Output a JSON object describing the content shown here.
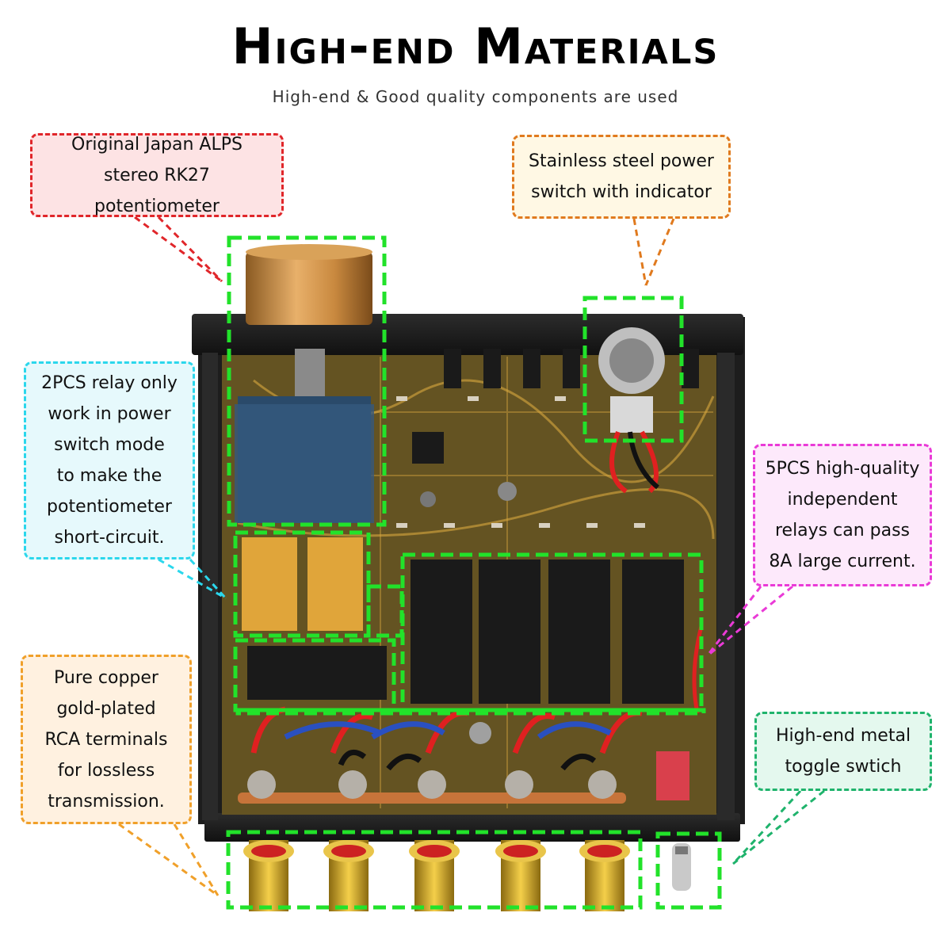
{
  "header": {
    "title": "High-end Materials",
    "subtitle": "High-end & Good quality components are used"
  },
  "callouts": {
    "alps": "Original Japan ALPS\nstereo RK27 potentiometer",
    "power_switch": "Stainless steel power\nswitch with indicator",
    "relay_2pcs": "2PCS relay only\nwork in power\nswitch mode\nto make the\npotentiometer\nshort-circuit.",
    "relay_5pcs": "5PCS high-quality\nindependent\nrelays can pass\n8A large current.",
    "rca": "Pure copper\ngold-plated\nRCA terminals\nfor lossless\ntransmission.",
    "toggle": "High-end metal\ntoggle swtich"
  },
  "colors": {
    "highlight": "#22e22a",
    "red": "#e0262a",
    "orange": "#e07a1e",
    "cyan": "#2bd7ec",
    "magenta": "#ea3ad7",
    "amber": "#f0a02a",
    "green": "#1fb36c"
  }
}
